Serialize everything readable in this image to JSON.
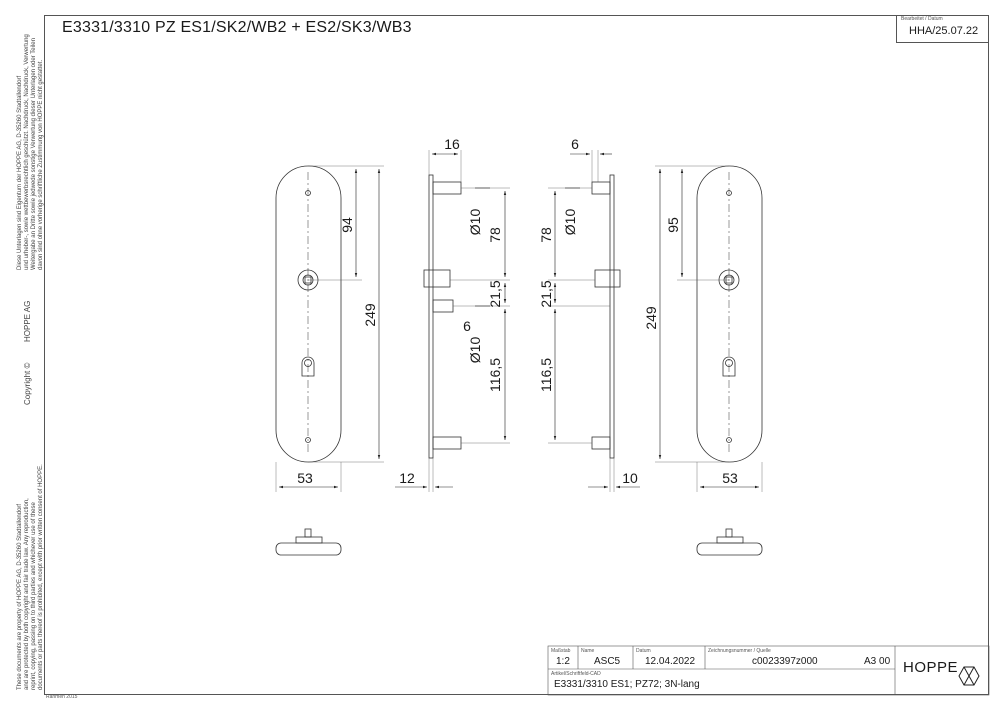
{
  "title": "E3331/3310 PZ ES1/SK2/WB2 + ES2/SK3/WB3",
  "edit_info": {
    "label": "Bearbeitet  / Datum",
    "value": "HHA/25.07.22"
  },
  "side_text": {
    "de_line1": "Diese Unterlagen sind Eigentum der  HOPPE AG, D-35260 Stadtallendorf",
    "de_line2": "und urheber-, sowie wettbewerbsrechtlich geschützt. Nachdruck, Nachdruck, Verwertung",
    "de_line3": "Weitergabe an Dritte sowie jedwede sonstige Verwertung dieser Unterlagen oder Teilen",
    "de_line4": "davon sind ohne vorherige schriftliche Zustimmung von HOPPE nicht gestattet.",
    "company": "HOPPE  AG",
    "copyright": "Copyright ©",
    "en_line1": "These documents are property of HOPPE AG, D-35260 Stadtallendorf",
    "en_line2": "and are protected by both copyright and fair trade law. Any reproduction,",
    "en_line3": "reprint, copying, passing on to third parties and whichever use of these",
    "en_line4": "documents or parts thereof is prohibited, except with prior written consent of HOPPE."
  },
  "dimensions": {
    "left_plate": {
      "height": "249",
      "to_spindle": "94",
      "width": "53"
    },
    "left_side": {
      "top_width": "16",
      "spindle_dia": "Ø10",
      "spacing": "78",
      "gap": "21,5",
      "cyl_width": "6",
      "cyl_dia": "Ø10",
      "bottom": "116,5",
      "offset": "12"
    },
    "right_side": {
      "top_width": "6",
      "spindle_dia": "Ø10",
      "spacing": "78",
      "gap": "21,5",
      "bottom": "116,5",
      "offset": "10"
    },
    "right_plate": {
      "height": "249",
      "to_spindle": "95",
      "width": "53"
    }
  },
  "title_block": {
    "scale_label": "Maßstab",
    "scale": "1:2",
    "name_label": "Name",
    "name": "ASC5",
    "date_label": "Datum",
    "date": "12.04.2022",
    "drawing_no_label": "Zeichnungsnummer / Quelle",
    "drawing_no": "c0023397z000",
    "format": "A3 00",
    "article_label": "Artikel/Schriftfeld-CAD",
    "article": "E3331/3310  ES1; PZ72; 3N-lang",
    "logo": "HOPPE"
  },
  "footnote": "Rahmen 2015"
}
